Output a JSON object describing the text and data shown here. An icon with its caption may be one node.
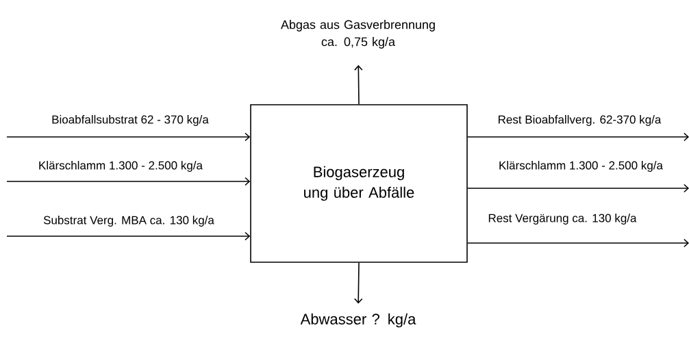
{
  "diagram": {
    "nodes": [
      {
        "text": [
          "Biogaserzeug ung über Abfälle"
        ]
      },
      {
        "text": [
          "Abgas aus Gasverbrennung ca. 0,75 kg/a"
        ]
      },
      {
        "text": [
          "Abwasser ? kg/a"
        ]
      }
    ],
    "edges": [
      {
        "from": null,
        "to": 0,
        "arrow": "to",
        "label": "Bioabfallsubstrat 62 - 370 kg/a"
      },
      {
        "from": null,
        "to": 0,
        "arrow": "to",
        "label": "Klärschlamm 1.300 - 2.500 kg/a"
      },
      {
        "from": null,
        "to": 0,
        "arrow": "to",
        "label": "Substrat Verg. MBA  ca. 130 kg/a"
      },
      {
        "from": 0,
        "to": null,
        "arrow": "to",
        "label": "Rest Bioabfallverg. 62-370 kg/a"
      },
      {
        "from": 0,
        "to": null,
        "arrow": "to",
        "label": "Klärschlamm 1.300 - 2.500 kg/a"
      },
      {
        "from": 0,
        "to": null,
        "arrow": "to",
        "label": "Rest Vergärung ca. 130 kg/a"
      },
      {
        "from": 0,
        "to": 1,
        "arrow": "to"
      },
      {
        "from": 0,
        "to": 2,
        "arrow": "to"
      }
    ]
  }
}
